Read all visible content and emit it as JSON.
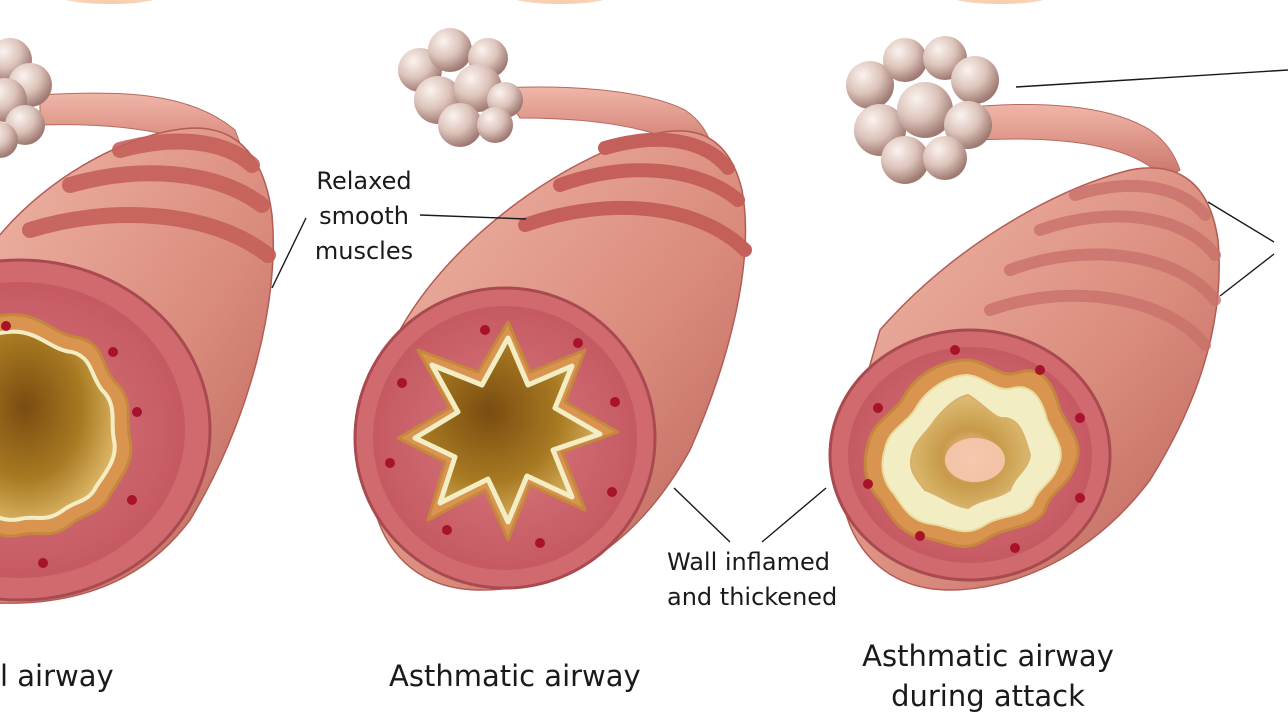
{
  "captions": {
    "normal": "l airway",
    "asthmatic": "Asthmatic airway",
    "attack_line1": "Asthmatic airway",
    "attack_line2": "during attack"
  },
  "annotations": {
    "relaxed_line1": "Relaxed",
    "relaxed_line2": "smooth",
    "relaxed_line3": "muscles",
    "wall_line1": "Wall inflamed",
    "wall_line2": "and thickened"
  },
  "colors": {
    "tube_light": "#e9a89a",
    "tube_mid": "#d98778",
    "tube_dark": "#b85a55",
    "muscle_band": "#c8605c",
    "inner_wall": "#c9606a",
    "lumen_dark": "#8a5a12",
    "lumen_light": "#e8c070",
    "mucus": "#f3edc4",
    "alveoli": "#d8bfb6",
    "dot": "#a8122a"
  }
}
